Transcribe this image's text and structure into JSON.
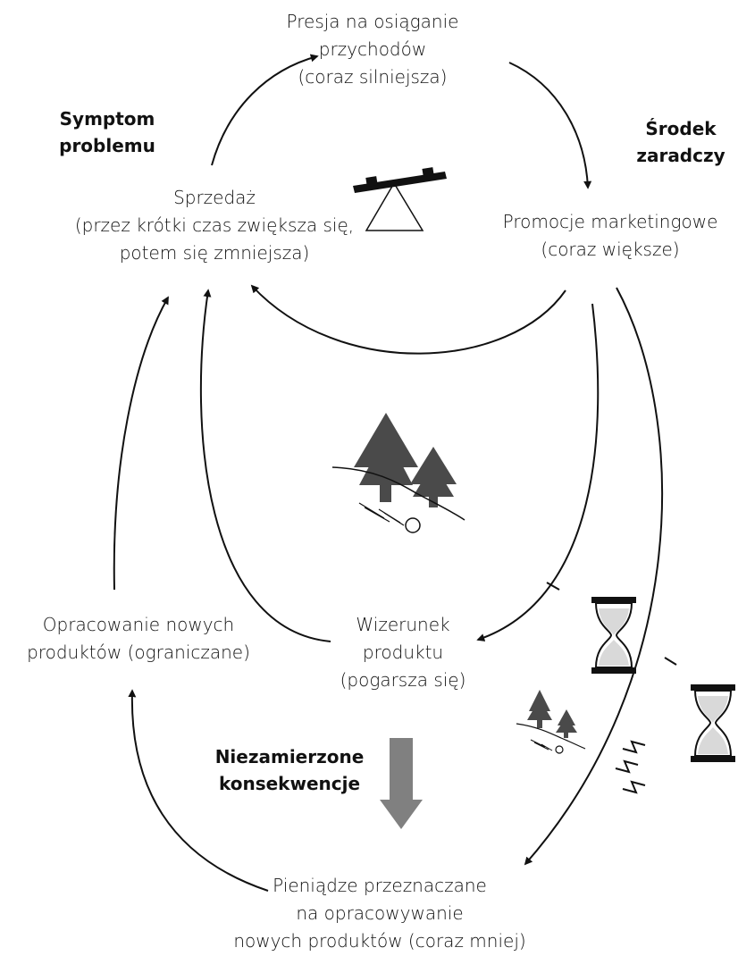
{
  "nodes": {
    "pressure": {
      "lines": [
        "Presja na osiąganie",
        "przychodów",
        "(coraz silniejsza)"
      ]
    },
    "sales": {
      "lines": [
        "Sprzedaż",
        "(przez krótki czas zwiększa się,",
        "potem się zmniejsza)"
      ]
    },
    "promotions": {
      "lines": [
        "Promocje marketingowe",
        "(coraz większe)"
      ]
    },
    "development": {
      "lines": [
        "Opracowanie nowych",
        "produktów (ograniczane)"
      ]
    },
    "image": {
      "lines": [
        "Wizerunek",
        "produktu",
        "(pogarsza się)"
      ]
    },
    "money": {
      "lines": [
        "Pieniądze przeznaczane",
        "na opracowywanie",
        "nowych produktów (coraz mniej)"
      ]
    }
  },
  "annotations": {
    "symptom": [
      "Symptom",
      "problemu"
    ],
    "remedy": [
      "Środek",
      "zaradczy"
    ],
    "unintended": [
      "Niezamierzone",
      "konsekwencje"
    ]
  },
  "colors": {
    "line": "#111111",
    "tree": "#4a4a4a",
    "arrow_block": "#808080",
    "hourglass_sand": "#d9d9d9"
  },
  "icons": [
    "seesaw-icon",
    "trees-icon",
    "small-trees-icon",
    "hourglass-icon"
  ]
}
